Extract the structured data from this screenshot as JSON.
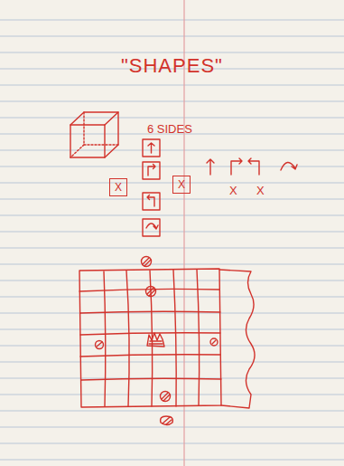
{
  "diagram": {
    "title": "\"SHAPES\"",
    "nodes": [
      {
        "text": [
          "X"
        ]
      },
      {
        "text": [
          "X"
        ]
      }
    ],
    "labels": [
      "6 SIDES",
      "X",
      "X"
    ]
  }
}
